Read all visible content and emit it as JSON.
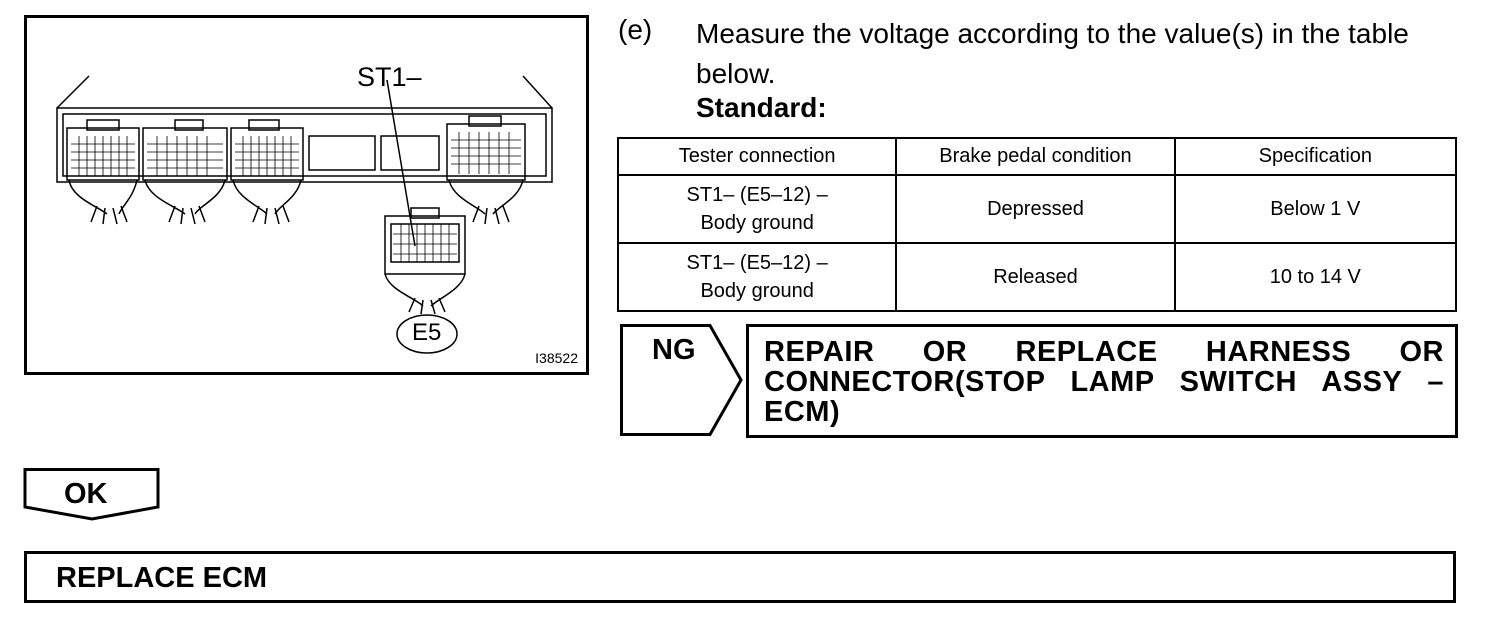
{
  "figure": {
    "callout": "ST1–",
    "connector_label": "E5",
    "figure_id": "I38522"
  },
  "step": {
    "marker": "(e)",
    "text": "Measure the voltage according to the value(s) in the table below.",
    "standard_label": "Standard:"
  },
  "spec_table": {
    "headers": [
      "Tester connection",
      "Brake pedal condition",
      "Specification"
    ],
    "rows": [
      {
        "tester_line1": "ST1– (E5–12) –",
        "tester_line2": "Body ground",
        "condition": "Depressed",
        "specification": "Below 1 V"
      },
      {
        "tester_line1": "ST1– (E5–12) –",
        "tester_line2": "Body ground",
        "condition": "Released",
        "specification": "10 to 14 V"
      }
    ]
  },
  "ng": {
    "label": "NG",
    "action": "REPAIR OR REPLACE HARNESS OR CONNECTOR(STOP LAMP SWITCH ASSY – ECM)"
  },
  "ok": {
    "label": "OK",
    "action": "REPLACE ECM"
  }
}
